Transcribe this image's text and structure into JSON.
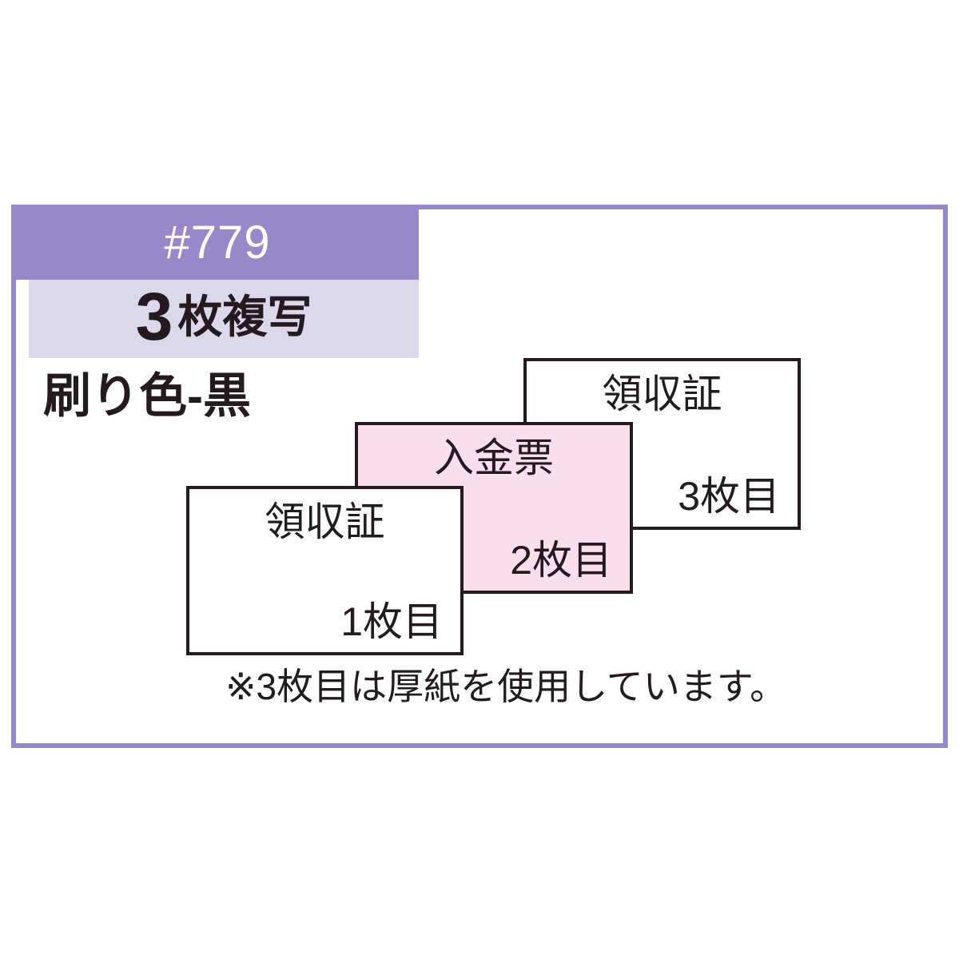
{
  "card": {
    "model_number": "#779",
    "copies": {
      "count": "3",
      "unit": "枚複写"
    },
    "ink_color": "刷り色-黒",
    "footnote": "※3枚目は厚紙を使用しています。",
    "sheets": [
      {
        "title": "領収証",
        "index": "3枚目",
        "paper": "white"
      },
      {
        "title": "入金票",
        "index": "2枚目",
        "paper": "pink"
      },
      {
        "title": "領収証",
        "index": "1枚目",
        "paper": "white"
      }
    ],
    "colors": {
      "frame": "#9788c9",
      "model_band": "#9788c9",
      "copies_band": "#dcd8ec",
      "pink_sheet": "#fadee9",
      "ink": "#241a20",
      "page_background": "#ffffff"
    }
  }
}
